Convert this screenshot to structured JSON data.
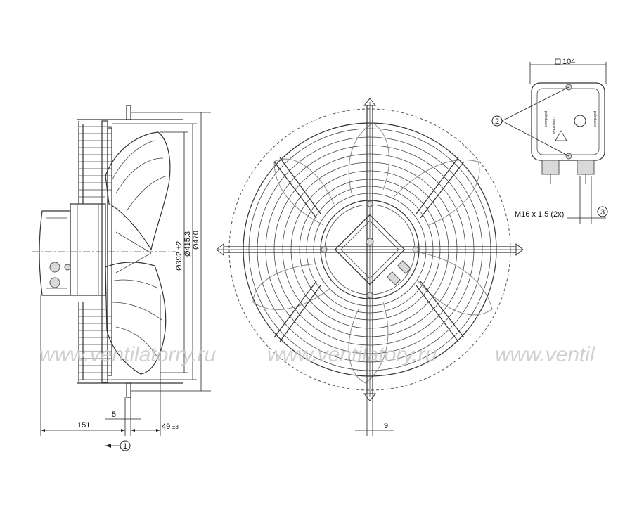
{
  "dimensions": {
    "d392": "Ø392 ±2",
    "d415": "Ø415.3",
    "d470": "Ø470",
    "dim151": "151",
    "dim5": "5",
    "dim49": "49",
    "dim49_tol": "±3",
    "dim9": "9",
    "box104": "104",
    "gland": "M16 x 1.5 (2x)"
  },
  "callouts": {
    "c1": "1",
    "c2": "2",
    "c3": "3"
  },
  "watermark": {
    "w1": "www.ventilatorry.ru",
    "w2": "www.ventilatory.ru",
    "w3": "www.ventil"
  },
  "box_labels": {
    "brand1": "ebmpapst",
    "brand2": "ebmpapst",
    "warn": "WARNING"
  },
  "colors": {
    "line": "#333333",
    "watermark": "#c8c8c8",
    "callout_bg": "#ffffff"
  }
}
